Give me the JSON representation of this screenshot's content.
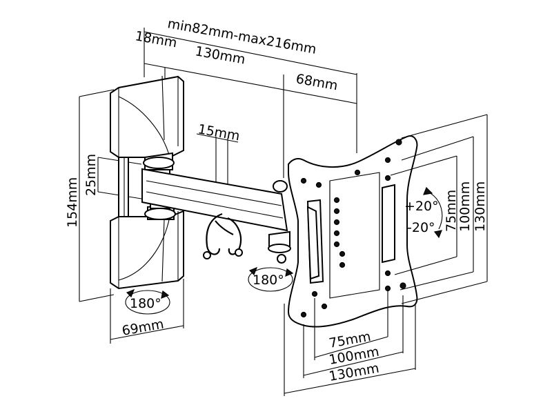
{
  "dimensions": {
    "arm_range": "min82mm-max216mm",
    "wall_plate_depth": "18mm",
    "arm_length": "130mm",
    "head_depth": "68mm",
    "arm_thickness": "15mm",
    "wall_plate_height": "154mm",
    "arm_height": "25mm",
    "wall_plate_width": "69mm",
    "vesa_v_small": "75mm",
    "vesa_v_medium": "100mm",
    "vesa_v_large": "130mm",
    "vesa_h_small": "75mm",
    "vesa_h_medium": "100mm",
    "vesa_h_large": "130mm"
  },
  "rotation": {
    "wall_swivel": "180°",
    "arm_swivel": "180°",
    "tilt_up": "+20°",
    "tilt_down": "-20°"
  }
}
